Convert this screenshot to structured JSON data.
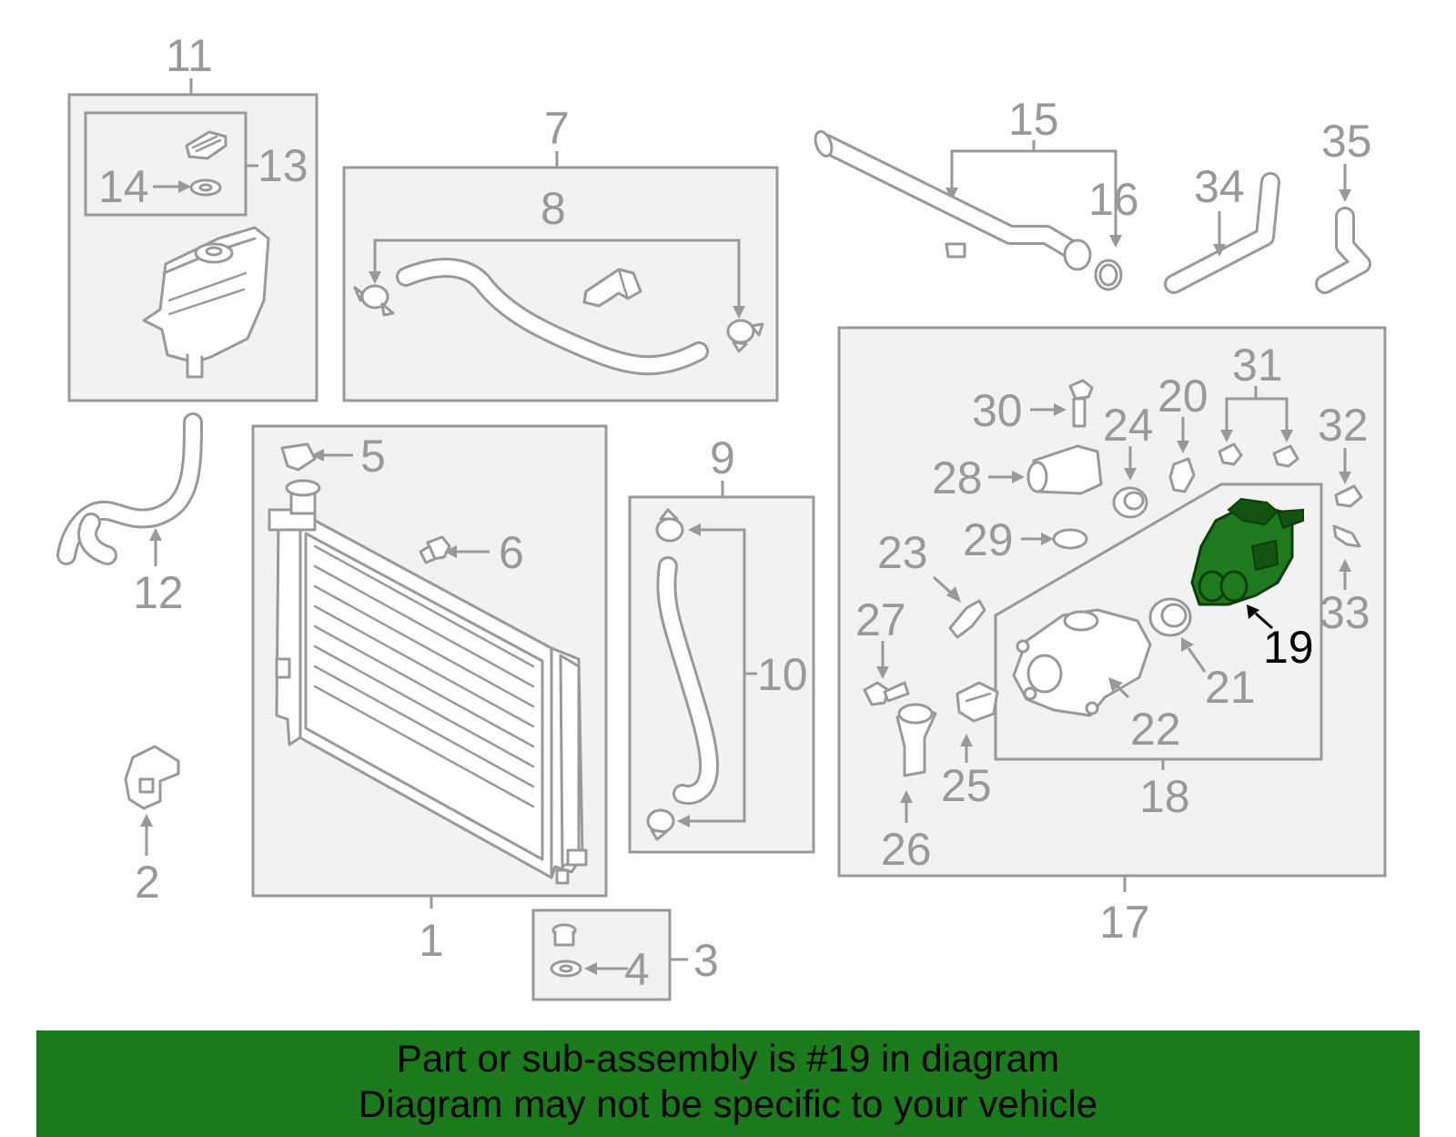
{
  "diagram": {
    "callouts": {
      "c1": "1",
      "c2": "2",
      "c3": "3",
      "c4": "4",
      "c5": "5",
      "c6": "6",
      "c7": "7",
      "c8": "8",
      "c9": "9",
      "c10": "10",
      "c11": "11",
      "c12": "12",
      "c13": "13",
      "c14": "14",
      "c15": "15",
      "c16": "16",
      "c17": "17",
      "c18": "18",
      "c19": "19",
      "c20": "20",
      "c21": "21",
      "c22": "22",
      "c23": "23",
      "c24": "24",
      "c25": "25",
      "c26": "26",
      "c27": "27",
      "c28": "28",
      "c29": "29",
      "c30": "30",
      "c31": "31",
      "c32": "32",
      "c33": "33",
      "c34": "34",
      "c35": "35"
    },
    "highlighted_part": "19",
    "highlight_color": "#1f7a1f",
    "line_color": "#999999"
  },
  "banner": {
    "line1": "Part or sub-assembly is #19 in diagram",
    "line2": "Diagram may not be specific to your vehicle",
    "background": "#1b7a1b"
  }
}
